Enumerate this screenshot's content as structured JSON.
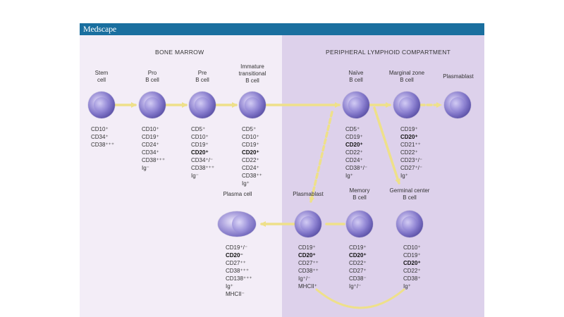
{
  "header": {
    "logo": "Medscape"
  },
  "sections": {
    "bone_marrow": "BONE MARROW",
    "peripheral": "PERIPHERAL LYMPHOID COMPARTMENT"
  },
  "colors": {
    "header": "#1a6f9f",
    "bone_marrow_bg": "#f3edf7",
    "peripheral_bg": "#ddd1eb",
    "arrow": "#eee08a",
    "cell": "#7d72c6"
  },
  "cells": {
    "stem": {
      "label": [
        "Stem",
        "cell"
      ],
      "markers": [
        {
          "t": "CD10⁺",
          "b": false
        },
        {
          "t": "CD34⁺",
          "b": false
        },
        {
          "t": "CD38⁺⁺⁺",
          "b": false
        }
      ]
    },
    "pro_b": {
      "label": [
        "Pro",
        "B cell"
      ],
      "markers": [
        {
          "t": "CD10⁺",
          "b": false
        },
        {
          "t": "CD19⁺",
          "b": false
        },
        {
          "t": "CD24⁺",
          "b": false
        },
        {
          "t": "CD34⁺",
          "b": false
        },
        {
          "t": "CD38⁺⁺⁺",
          "b": false
        },
        {
          "t": "Ig⁻",
          "b": false
        }
      ]
    },
    "pre_b": {
      "label": [
        "Pre",
        "B cell"
      ],
      "markers": [
        {
          "t": "CD5⁺",
          "b": false
        },
        {
          "t": "CD10⁺",
          "b": false
        },
        {
          "t": "CD19⁺",
          "b": false
        },
        {
          "t": "CD20⁺",
          "b": true
        },
        {
          "t": "CD34⁺/⁻",
          "b": false
        },
        {
          "t": "CD38⁺⁺⁺",
          "b": false
        },
        {
          "t": "Ig⁻",
          "b": false
        }
      ]
    },
    "immature": {
      "label": [
        "Immature",
        "transitional",
        "B cell"
      ],
      "markers": [
        {
          "t": "CD5⁺",
          "b": false
        },
        {
          "t": "CD10⁺",
          "b": false
        },
        {
          "t": "CD19⁺",
          "b": false
        },
        {
          "t": "CD20⁺",
          "b": true
        },
        {
          "t": "CD22⁺",
          "b": false
        },
        {
          "t": "CD24⁺",
          "b": false
        },
        {
          "t": "CD38⁺⁺",
          "b": false
        },
        {
          "t": "Ig⁺",
          "b": false
        }
      ]
    },
    "naive": {
      "label": [
        "Naïve",
        "B cell"
      ],
      "markers": [
        {
          "t": "CD5⁺",
          "b": false
        },
        {
          "t": "CD19⁺",
          "b": false
        },
        {
          "t": "CD20⁺",
          "b": true
        },
        {
          "t": "CD22⁺",
          "b": false
        },
        {
          "t": "CD24⁺",
          "b": false
        },
        {
          "t": "CD38⁺/⁻",
          "b": false
        },
        {
          "t": "Ig⁺",
          "b": false
        }
      ]
    },
    "marginal": {
      "label": [
        "Marginal zone",
        "B cell"
      ],
      "markers": [
        {
          "t": "CD19⁺",
          "b": false
        },
        {
          "t": "CD20⁺",
          "b": true
        },
        {
          "t": "CD21⁺⁺",
          "b": false
        },
        {
          "t": "CD22⁺",
          "b": false
        },
        {
          "t": "CD23⁺/⁻",
          "b": false
        },
        {
          "t": "CD27⁺/⁻",
          "b": false
        },
        {
          "t": "Ig⁺",
          "b": false
        }
      ]
    },
    "plasmablast_top": {
      "label": [
        "Plasmablast"
      ],
      "markers": []
    },
    "plasma": {
      "label": [
        "Plasma cell"
      ],
      "markers": [
        {
          "t": "CD19⁺/⁻",
          "b": false
        },
        {
          "t": "CD20⁻",
          "b": true
        },
        {
          "t": "CD27⁺⁺",
          "b": false
        },
        {
          "t": "CD38⁺⁺⁺",
          "b": false
        },
        {
          "t": "CD138⁺⁺⁺",
          "b": false
        },
        {
          "t": "Ig⁺",
          "b": false
        },
        {
          "t": "MHCII⁻",
          "b": false
        }
      ]
    },
    "plasmablast_bottom": {
      "label": [
        "Plasmablast"
      ],
      "markers": [
        {
          "t": "CD19⁺",
          "b": false
        },
        {
          "t": "CD20⁺",
          "b": true
        },
        {
          "t": "CD27⁺⁺",
          "b": false
        },
        {
          "t": "CD38⁺⁺",
          "b": false
        },
        {
          "t": "Ig⁺/⁻",
          "b": false
        },
        {
          "t": "MHCII⁺",
          "b": false
        }
      ]
    },
    "memory": {
      "label": [
        "Memory",
        "B cell"
      ],
      "markers": [
        {
          "t": "CD19⁺",
          "b": false
        },
        {
          "t": "CD20⁺",
          "b": true
        },
        {
          "t": "CD22⁺",
          "b": false
        },
        {
          "t": "CD27⁺",
          "b": false
        },
        {
          "t": "CD38⁻",
          "b": false
        },
        {
          "t": "Ig⁺/⁻",
          "b": false
        }
      ]
    },
    "germinal": {
      "label": [
        "Germinal center",
        "B cell"
      ],
      "markers": [
        {
          "t": "CD10⁺",
          "b": false
        },
        {
          "t": "CD19⁺",
          "b": false
        },
        {
          "t": "CD20⁺",
          "b": true
        },
        {
          "t": "CD22⁺",
          "b": false
        },
        {
          "t": "CD38⁺",
          "b": false
        },
        {
          "t": "Ig⁺",
          "b": false
        }
      ]
    }
  }
}
